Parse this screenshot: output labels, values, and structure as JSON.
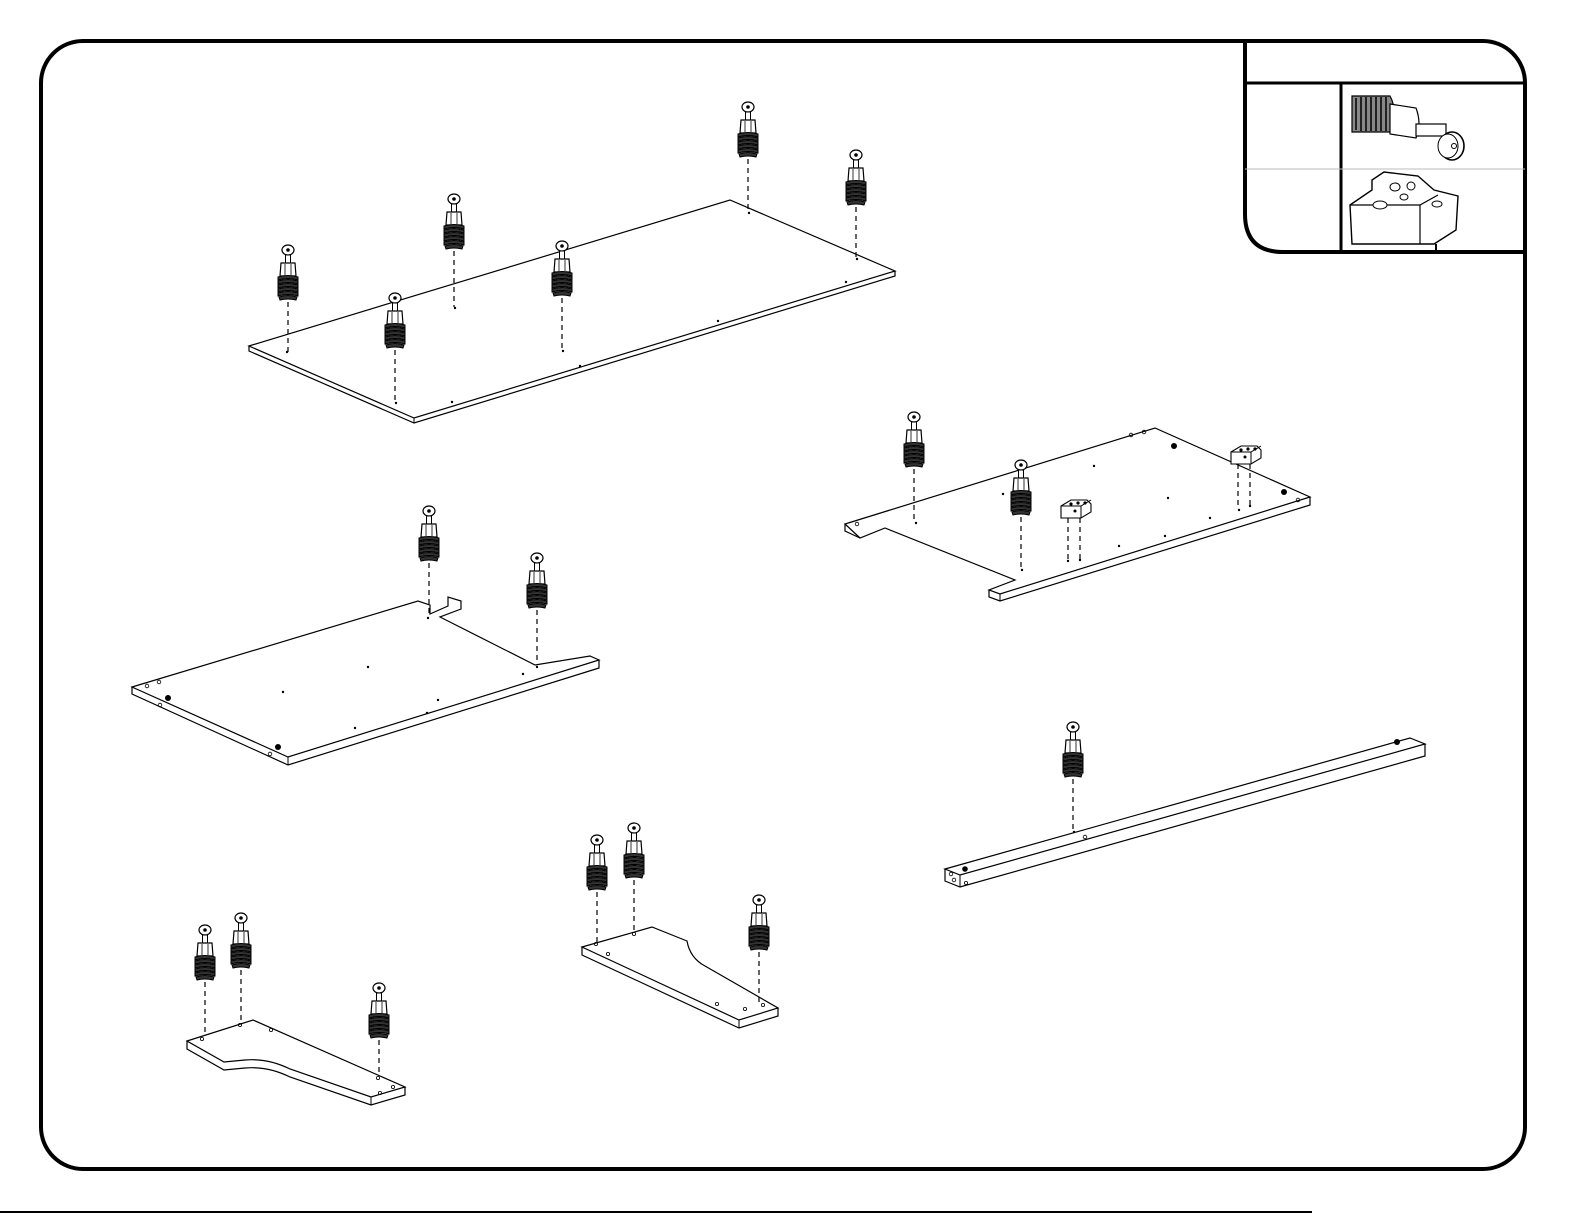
{
  "page": {
    "step_number": "",
    "footer_code": ""
  },
  "legend": {
    "header_text": "",
    "rows": [
      {
        "part": "cam-bolt",
        "quantity": ""
      },
      {
        "part": "hinge-bracket",
        "quantity": ""
      }
    ]
  },
  "parts": [
    {
      "name": "top-panel",
      "cam_bolts": 6
    },
    {
      "name": "left-shelf-panel",
      "cam_bolts": 2
    },
    {
      "name": "right-shelf-panel",
      "cam_bolts": 2,
      "brackets": 2
    },
    {
      "name": "front-rail",
      "cam_bolts": 1
    },
    {
      "name": "left-small-panel",
      "cam_bolts": 3
    },
    {
      "name": "center-small-panel",
      "cam_bolts": 3
    }
  ],
  "colors": {
    "line": "#000000",
    "paper": "#ffffff",
    "thread": "#222222"
  }
}
